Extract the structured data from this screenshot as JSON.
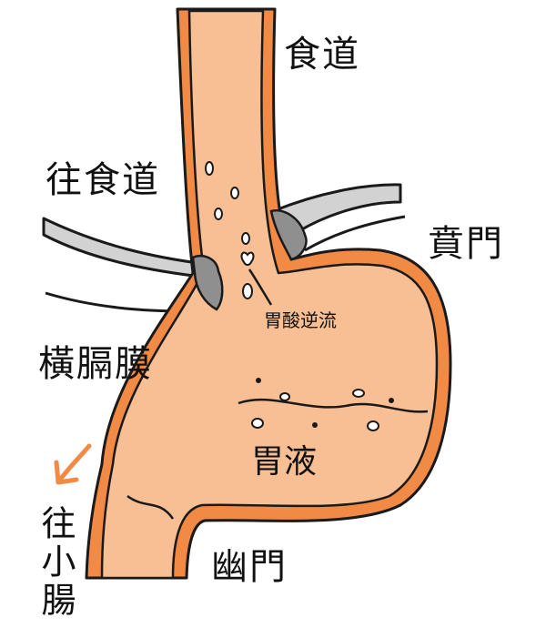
{
  "labels": {
    "esophagus": "食道",
    "to_esophagus": "往食道",
    "cardia": "賁門",
    "diaphragm": "橫膈膜",
    "acid_reflux": "胃酸逆流",
    "gastric_juice": "胃液",
    "pylorus": "幽門",
    "to_small_intestine": "往小腸"
  },
  "colors": {
    "outline": "#1a1a1a",
    "wall": "#f08a45",
    "fill": "#f7bf93",
    "diaphragm": "#d2d2d2",
    "sphincter": "#8f8f8f",
    "arrow": "#f08a45"
  }
}
